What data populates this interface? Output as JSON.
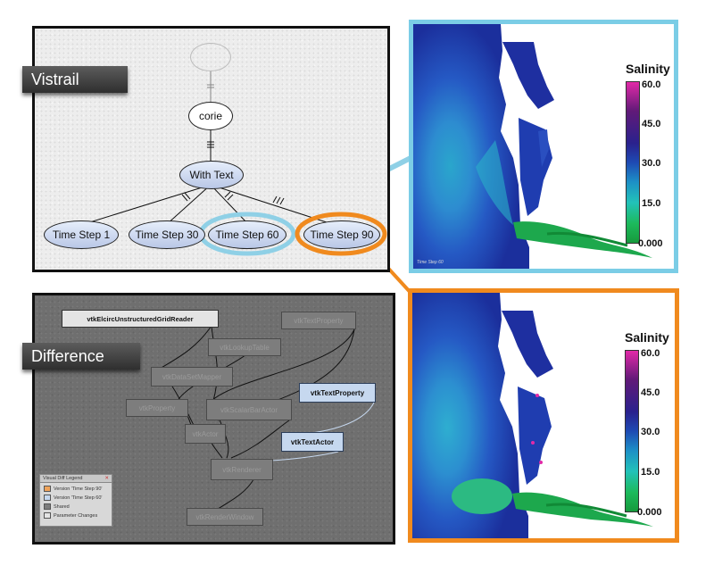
{
  "vistrail": {
    "tag": "Vistrail",
    "nodes": {
      "root": "",
      "corie": "corie",
      "with_text": "With Text",
      "step1": "Time Step 1",
      "step30": "Time Step 30",
      "step60": "Time Step 60",
      "step90": "Time Step 90"
    }
  },
  "difference": {
    "tag": "Difference",
    "modules": {
      "reader": "vtkElcircUnstructuredGridReader",
      "text_property_shared": "vtkTextProperty",
      "lookup_table": "vtkLookupTable",
      "dataset_mapper": "vtkDataSetMapper",
      "property": "vtkProperty",
      "scalar_bar": "vtkScalarBarActor",
      "actor": "vtkActor",
      "text_property": "vtkTextProperty",
      "text_actor": "vtkTextActor",
      "renderer": "vtkRenderer",
      "render_window": "vtkRenderWindow"
    },
    "legend": {
      "title": "Visual Diff Legend",
      "items": [
        {
          "label": "Version 'Time Step 90'",
          "color": "#f0a35a"
        },
        {
          "label": "Version 'Time Step 60'",
          "color": "#c6d8ef"
        },
        {
          "label": "Shared",
          "color": "#7d7d7d"
        },
        {
          "label": "Parameter Changes",
          "color": "#e4e4e4"
        }
      ]
    }
  },
  "views": {
    "top": {
      "title": "Salinity",
      "ticks": [
        "60.0",
        "45.0",
        "30.0",
        "15.0",
        "0.000"
      ],
      "caption": "Time Step 60",
      "border_color": "#7bcde6"
    },
    "bottom": {
      "title": "Salinity",
      "ticks": [
        "60.0",
        "45.0",
        "30.0",
        "15.0",
        "0.000"
      ],
      "border_color": "#f08a1e"
    }
  }
}
